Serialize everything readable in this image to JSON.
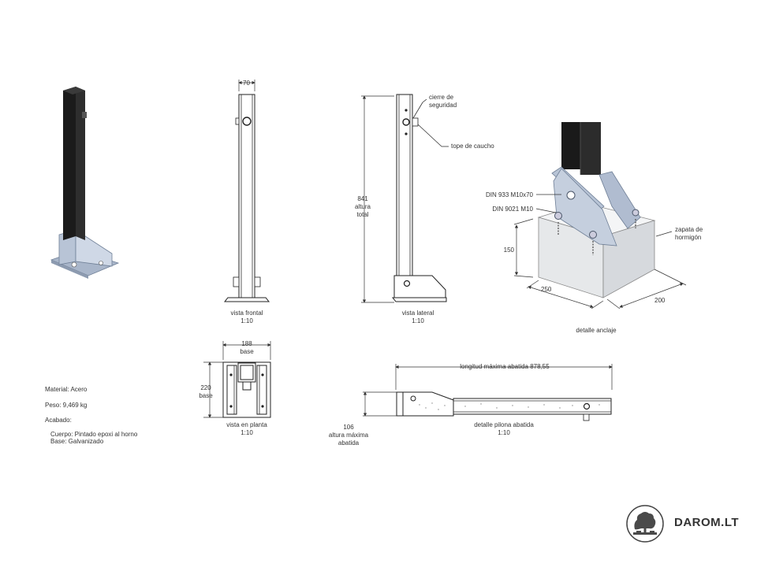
{
  "views": {
    "front": {
      "width_dim": "70",
      "caption": "vista frontal",
      "scale": "1:10"
    },
    "side": {
      "height_dim": [
        "841",
        "altura",
        "total"
      ],
      "label_lock": [
        "cierre de",
        "seguridad"
      ],
      "label_bumper": "tope de caucho",
      "caption": "vista lateral",
      "scale": "1:10"
    },
    "anchor": {
      "bolt1": "DIN 933 M10x70",
      "bolt2": "DIN 9021 M10",
      "footing": [
        "zapata de",
        "hormigón"
      ],
      "dim_height": "150",
      "dim_length": "250",
      "dim_width": "200",
      "caption": "detalle anclaje"
    },
    "plan": {
      "width_dim": [
        "188",
        "base"
      ],
      "depth_dim": [
        "220",
        "base"
      ],
      "caption": "vista en planta",
      "scale": "1:10"
    },
    "folded": {
      "length_dim": "longitud máxima abatida  878,55",
      "height_dim": [
        "106",
        "altura máxima",
        "abatida"
      ],
      "caption": "detalle pilona abatida",
      "scale": "1:10"
    }
  },
  "specs": {
    "material": "Material: Acero",
    "weight": "Peso: 9,469 kg",
    "finish_title": "Acabado:",
    "finish_body": "Cuerpo: Pintado epoxi al horno",
    "finish_base": "Base: Galvanizado"
  },
  "brand": {
    "name": "DAROM.LT"
  },
  "colors": {
    "post": "#1e1e1e",
    "steel": "#b8c4d6",
    "concrete": "#eceef0",
    "line": "#333333"
  }
}
